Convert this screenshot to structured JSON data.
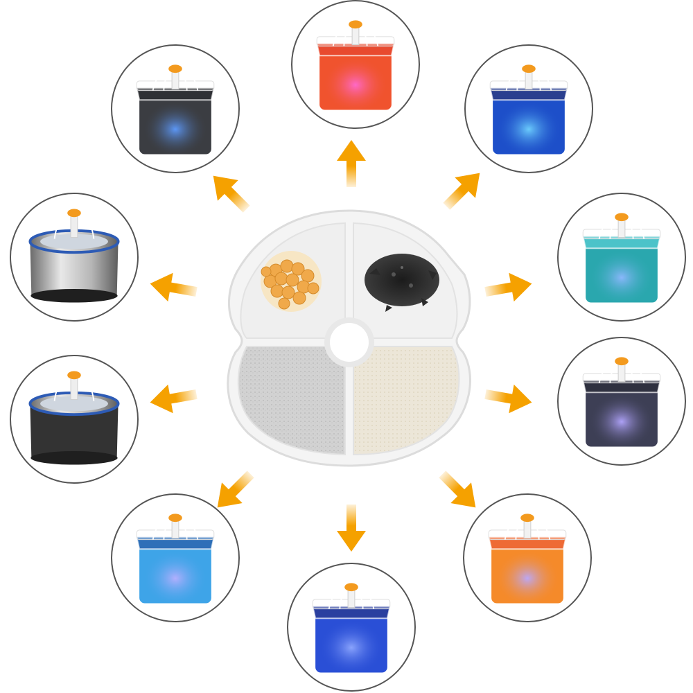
{
  "colors": {
    "arrow": "#f5a100",
    "circle_border": "#555555",
    "filter_frame": "#f4f4f4",
    "filter_frame_edge": "#dcdcdc"
  },
  "center_filter": {
    "quadrants": [
      "resin-beads",
      "activated-carbon",
      "gray-filter-cotton",
      "beige-filter-cotton"
    ]
  },
  "fountains": [
    {
      "id": "top",
      "style": "square",
      "body": "#f0532e",
      "tray": "#e84a2f",
      "glow": "#ff6ad0"
    },
    {
      "id": "top-right",
      "style": "square",
      "body": "#1d4fc9",
      "tray": "#2a3f8f",
      "glow": "#6fd2ff"
    },
    {
      "id": "right-upper",
      "style": "square",
      "body": "#2aa7ae",
      "tray": "#4cc3c9",
      "glow": "#8fb8ff"
    },
    {
      "id": "right-lower",
      "style": "square",
      "body": "#3d3f55",
      "tray": "#2f3140",
      "glow": "#b3a6ff"
    },
    {
      "id": "bottom-right",
      "style": "square",
      "body": "#f58a2a",
      "tray": "#ee6a35",
      "glow": "#b9a9ff"
    },
    {
      "id": "bottom",
      "style": "square",
      "body": "#2a4fd6",
      "tray": "#2a3f9f",
      "glow": "#8fa8ff"
    },
    {
      "id": "bottom-left",
      "style": "square",
      "body": "#3ea4e8",
      "tray": "#2e6fb8",
      "glow": "#b8b0ff"
    },
    {
      "id": "left-lower",
      "style": "round",
      "body": "#333333",
      "rim": "#2d5bb5"
    },
    {
      "id": "left-upper",
      "style": "round",
      "body": "#a6a6a6",
      "rim": "#2d5bb5"
    },
    {
      "id": "top-left",
      "style": "square",
      "body": "#3b3d42",
      "tray": "#2f3135",
      "glow": "#5e9cff"
    }
  ]
}
